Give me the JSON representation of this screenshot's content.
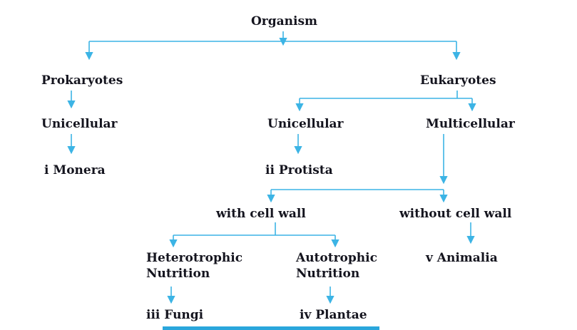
{
  "diagram": {
    "nodes": {
      "organism": "Organism",
      "prokaryotes": "Prokaryotes",
      "eukaryotes": "Eukaryotes",
      "prokaryote_unicellular": "Unicellular",
      "monera": "i Monera",
      "eukaryote_unicellular": "Unicellular",
      "multicellular": "Multicellular",
      "protista": "ii Protista",
      "with_cell_wall": "with cell wall",
      "without_cell_wall": "without cell wall",
      "heterotrophic_nutrition": "Heterotrophic Nutrition",
      "autotrophic_nutrition": "Autotrophic Nutrition",
      "animalia": "v Animalia",
      "fungi": "iii Fungi",
      "plantae": "iv Plantae"
    },
    "colors": {
      "arrow": "#3cb4e5",
      "text": "#14141e",
      "background": "#ffffff",
      "bottom_bar": "#2aa6dc"
    }
  }
}
